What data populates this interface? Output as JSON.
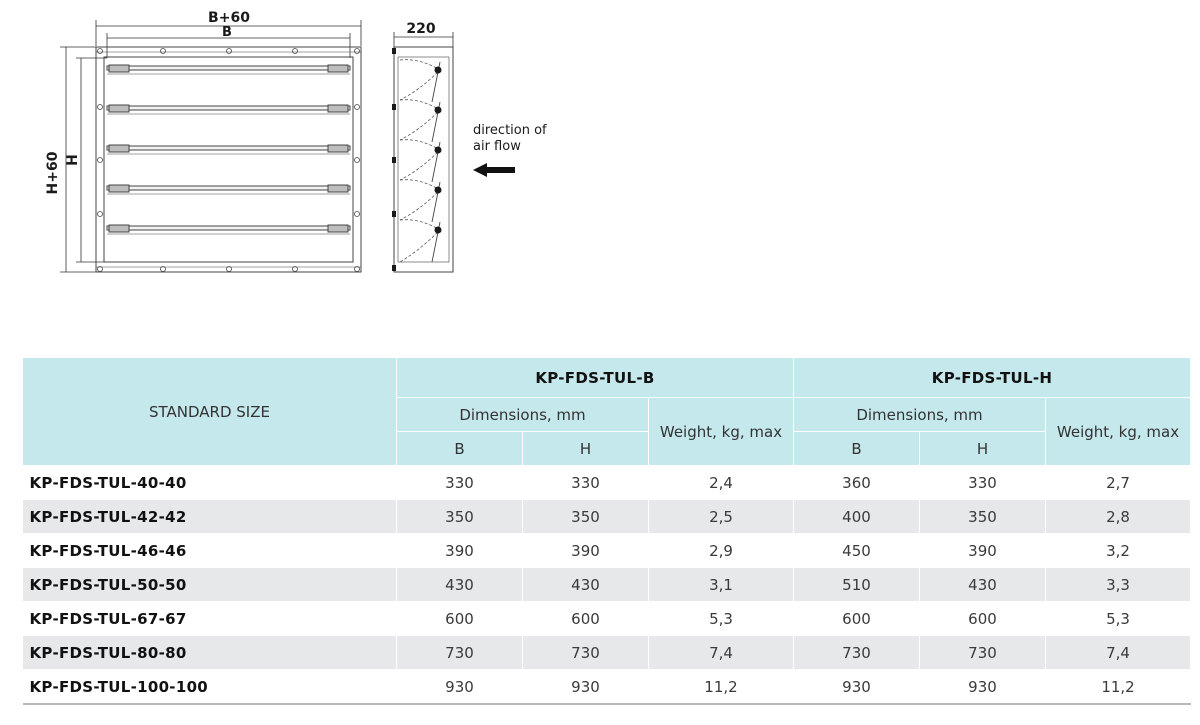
{
  "drawing": {
    "dim_b60": "B+60",
    "dim_b": "B",
    "dim_h60": "H+60",
    "dim_h": "H",
    "dim_depth": "220",
    "airflow_line1": "direction of",
    "airflow_line2": "air flow"
  },
  "table": {
    "standard_size_label": "STANDARD SIZE",
    "groups": [
      {
        "model": "KP-FDS-TUL-B",
        "dimensions_label": "Dimensions, mm",
        "weight_label": "Weight, kg, max",
        "col_b": "B",
        "col_h": "H"
      },
      {
        "model": "KP-FDS-TUL-H",
        "dimensions_label": "Dimensions, mm",
        "weight_label": "Weight, kg, max",
        "col_b": "B",
        "col_h": "H"
      }
    ],
    "rows": [
      {
        "name": "KP-FDS-TUL-40-40",
        "b1": "330",
        "h1": "330",
        "w1": "2,4",
        "b2": "360",
        "h2": "330",
        "w2": "2,7"
      },
      {
        "name": "KP-FDS-TUL-42-42",
        "b1": "350",
        "h1": "350",
        "w1": "2,5",
        "b2": "400",
        "h2": "350",
        "w2": "2,8"
      },
      {
        "name": "KP-FDS-TUL-46-46",
        "b1": "390",
        "h1": "390",
        "w1": "2,9",
        "b2": "450",
        "h2": "390",
        "w2": "3,2"
      },
      {
        "name": "KP-FDS-TUL-50-50",
        "b1": "430",
        "h1": "430",
        "w1": "3,1",
        "b2": "510",
        "h2": "430",
        "w2": "3,3"
      },
      {
        "name": "KP-FDS-TUL-67-67",
        "b1": "600",
        "h1": "600",
        "w1": "5,3",
        "b2": "600",
        "h2": "600",
        "w2": "5,3"
      },
      {
        "name": "KP-FDS-TUL-80-80",
        "b1": "730",
        "h1": "730",
        "w1": "7,4",
        "b2": "730",
        "h2": "730",
        "w2": "7,4"
      },
      {
        "name": "KP-FDS-TUL-100-100",
        "b1": "930",
        "h1": "930",
        "w1": "11,2",
        "b2": "930",
        "h2": "930",
        "w2": "11,2"
      }
    ]
  }
}
